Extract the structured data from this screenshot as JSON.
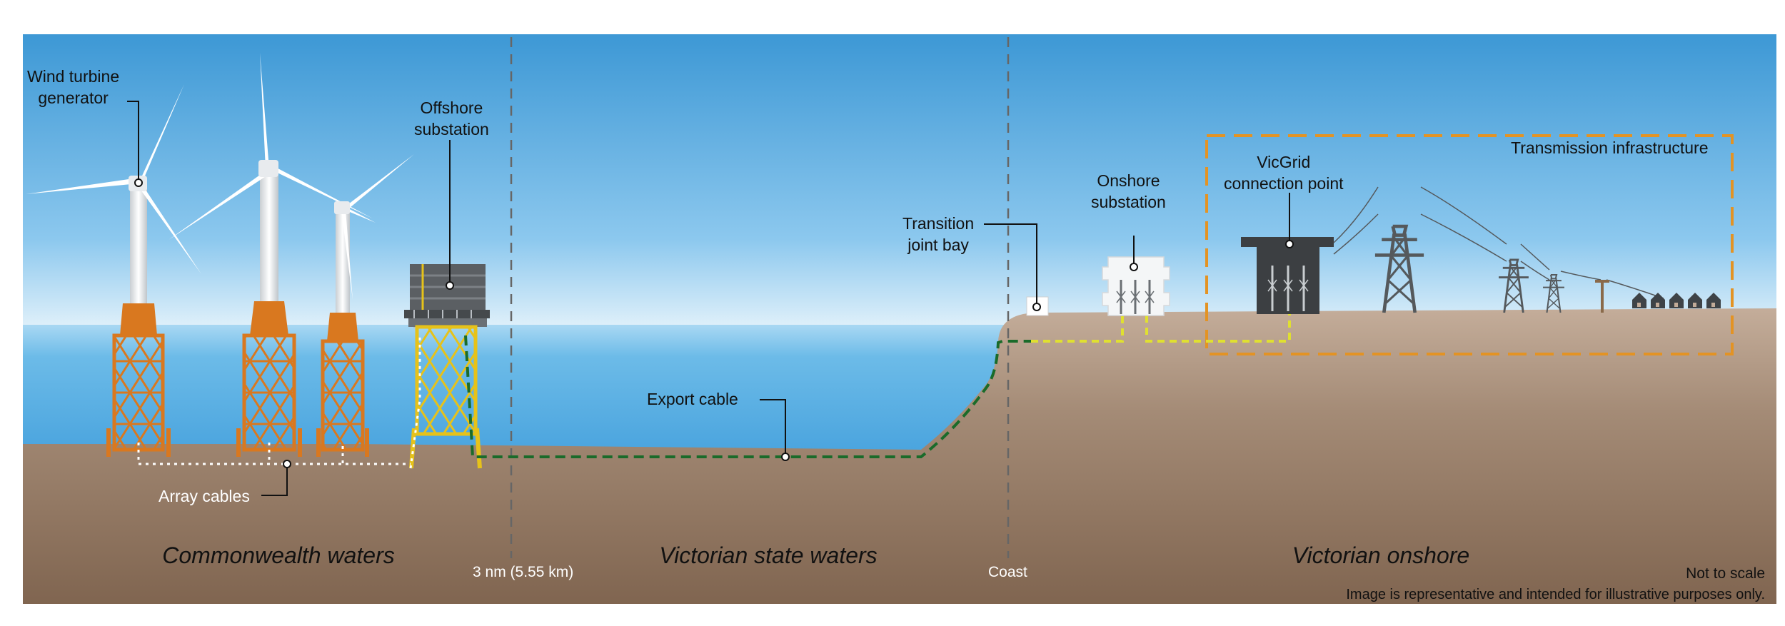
{
  "labels": {
    "wind_turbine": "Wind turbine\ngenerator",
    "offshore_substation": "Offshore\nsubstation",
    "transition_joint_bay": "Transition\njoint bay",
    "onshore_substation": "Onshore\nsubstation",
    "vicgrid_connection": "VicGrid\nconnection point",
    "transmission_infrastructure": "Transmission infrastructure",
    "export_cable": "Export cable",
    "array_cables": "Array cables"
  },
  "zones": {
    "commonwealth": "Commonwealth waters",
    "state": "Victorian state waters",
    "onshore": "Victorian onshore"
  },
  "boundaries": {
    "three_nm": "3 nm (5.55 km)",
    "coast": "Coast"
  },
  "notes": {
    "not_to_scale": "Not to scale",
    "disclaimer": "Image is representative and intended for illustrative purposes only."
  },
  "colors": {
    "sky_top": "#3f9ad6",
    "sky_horizon": "#d8ecf8",
    "sea": "#6ab8e6",
    "seabed": "#7e6652",
    "land": "#c2ab98",
    "turbine_jacket": "#d9781f",
    "substation_jacket": "#e6c21a",
    "export_cable": "#1a6b2a",
    "onshore_cable": "#e0e030",
    "transmission_box": "#e39324",
    "pylon": "#55595c"
  },
  "icons": [
    "wind-turbine-icon",
    "offshore-substation-icon",
    "transition-joint-bay-icon",
    "onshore-substation-icon",
    "terminal-station-icon",
    "pylon-icon",
    "house-icon"
  ]
}
